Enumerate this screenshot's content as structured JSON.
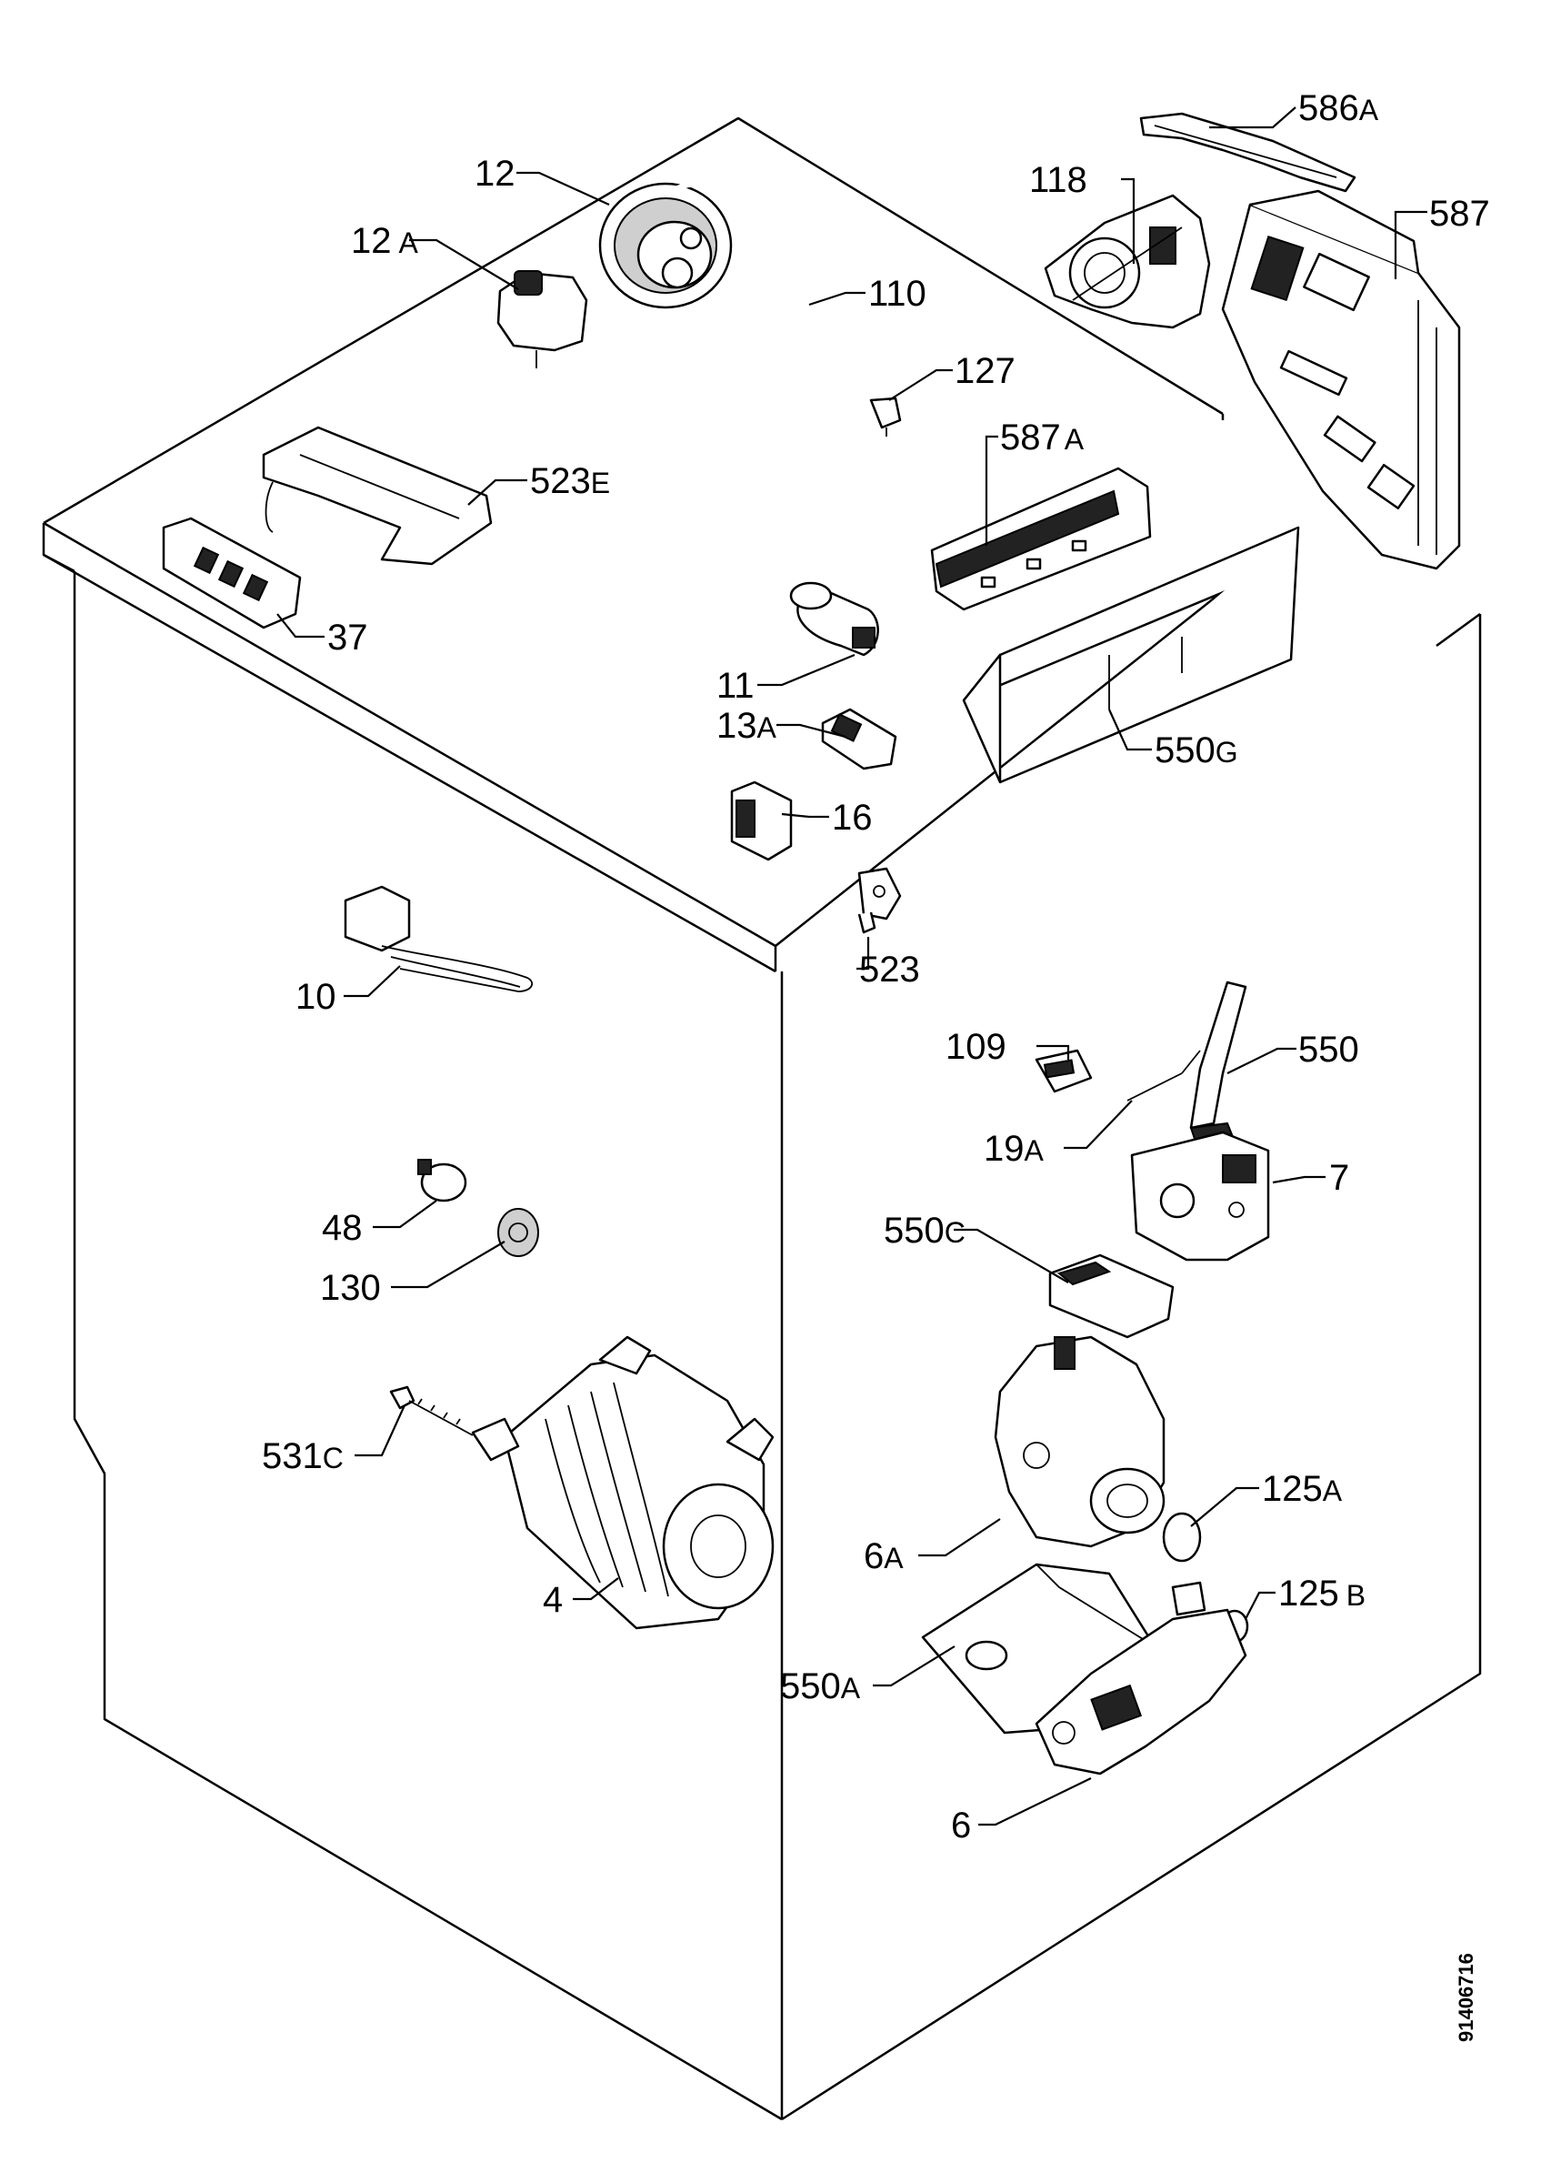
{
  "drawing_code": "91406716",
  "labels": [
    {
      "id": "586A",
      "num": "586",
      "sfx": "A"
    },
    {
      "id": "118",
      "num": "118",
      "sfx": ""
    },
    {
      "id": "587",
      "num": "587",
      "sfx": ""
    },
    {
      "id": "12",
      "num": "12",
      "sfx": ""
    },
    {
      "id": "12A",
      "num": "12",
      "sfx": "A"
    },
    {
      "id": "110",
      "num": "110",
      "sfx": ""
    },
    {
      "id": "127",
      "num": "127",
      "sfx": ""
    },
    {
      "id": "587A",
      "num": "587",
      "sfx": "A"
    },
    {
      "id": "523E",
      "num": "523",
      "sfx": "E"
    },
    {
      "id": "37",
      "num": "37",
      "sfx": ""
    },
    {
      "id": "11",
      "num": "11",
      "sfx": ""
    },
    {
      "id": "13A",
      "num": "13",
      "sfx": "A"
    },
    {
      "id": "550G",
      "num": "550",
      "sfx": "G"
    },
    {
      "id": "16",
      "num": "16",
      "sfx": ""
    },
    {
      "id": "523",
      "num": "523",
      "sfx": ""
    },
    {
      "id": "10",
      "num": "10",
      "sfx": ""
    },
    {
      "id": "109",
      "num": "109",
      "sfx": ""
    },
    {
      "id": "550",
      "num": "550",
      "sfx": ""
    },
    {
      "id": "19A",
      "num": "19",
      "sfx": "A"
    },
    {
      "id": "7",
      "num": "7",
      "sfx": ""
    },
    {
      "id": "48",
      "num": "48",
      "sfx": ""
    },
    {
      "id": "130",
      "num": "130",
      "sfx": ""
    },
    {
      "id": "550C",
      "num": "550",
      "sfx": "C"
    },
    {
      "id": "531C",
      "num": "531",
      "sfx": "C"
    },
    {
      "id": "125A",
      "num": "125",
      "sfx": "A"
    },
    {
      "id": "6A",
      "num": "6",
      "sfx": "A"
    },
    {
      "id": "4",
      "num": "4",
      "sfx": ""
    },
    {
      "id": "125B",
      "num": "125",
      "sfx": "B"
    },
    {
      "id": "550A",
      "num": "550",
      "sfx": "A"
    },
    {
      "id": "6",
      "num": "6",
      "sfx": ""
    }
  ]
}
